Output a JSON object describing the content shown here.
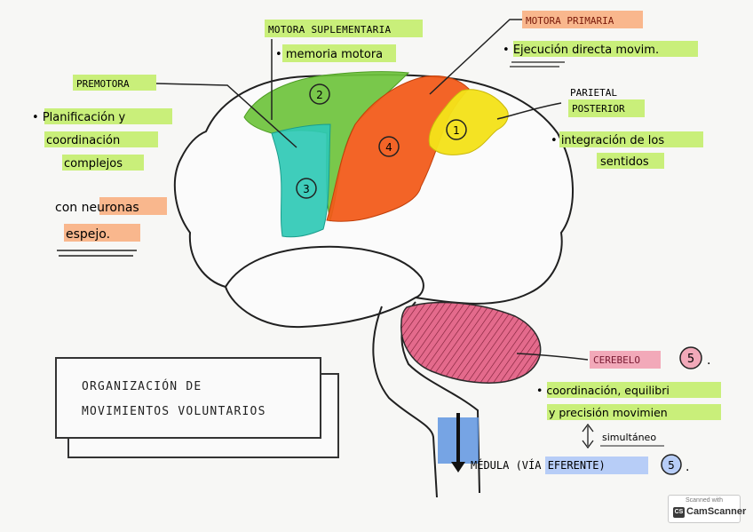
{
  "title_lines": [
    "ORGANIZACIÓN DE",
    "MOVIMIENTOS VOLUNTARIOS"
  ],
  "areas": {
    "premotora": {
      "label": "PREMOTORA",
      "number": "3",
      "notes": [
        "Planificación y",
        "coordinación",
        "complejos"
      ],
      "extra": [
        "con neuronas",
        "espejo."
      ]
    },
    "motora_suplementaria": {
      "label": "MOTORA SUPLEMENTARIA",
      "number": "2",
      "note": "memoria motora"
    },
    "motora_primaria": {
      "label": "MOTORA PRIMARIA",
      "number": "4",
      "note": "Ejecución directa movim."
    },
    "parietal_posterior": {
      "label_lines": [
        "PARIETAL",
        "POSTERIOR"
      ],
      "number": "1",
      "notes": [
        "integración de los",
        "sentidos"
      ]
    },
    "cerebelo": {
      "label": "CEREBELO",
      "number": "5",
      "notes": [
        "coordinación, equilibri",
        "y precisión movimien"
      ],
      "link": "simultáneo"
    }
  },
  "medula": {
    "label": "MÉDULA (VÍA EFERENTE)",
    "number": "5"
  },
  "colors": {
    "green_supplementary": "#6ec33c",
    "teal_premotor": "#2fc9b5",
    "orange_primary": "#f25a1a",
    "yellow_parietal": "#f4e21a",
    "pink_cerebellum": "#e46a8c",
    "blue_medula": "#5f95e0",
    "highlight_green": "#c9ef7a",
    "highlight_orange": "#f9b78d",
    "highlight_blue": "#b7cdf7",
    "highlight_pink": "#f2a9b9"
  },
  "scanner": {
    "scanned_with": "Scanned with",
    "brand": "CamScanner",
    "logo_text": "CS"
  }
}
